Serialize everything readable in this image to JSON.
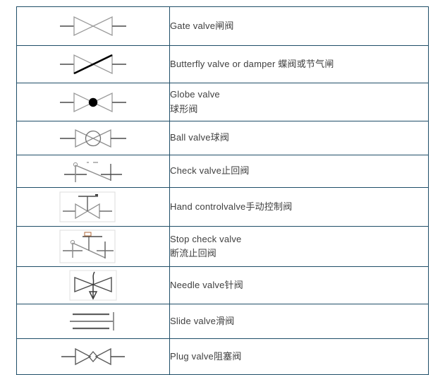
{
  "document": {
    "title": "Valve symbols reference table",
    "border_color": "#1F4E68",
    "text_color": "#404040",
    "symbol_stroke_color": "#808080",
    "symbol_dark_color": "#000000",
    "background": "#FFFFFF"
  },
  "table": {
    "column_count": 2,
    "row_count": 10,
    "rows": [
      {
        "symbol_name": "gate-valve-symbol",
        "lines": [
          "Gate valve闸阀"
        ]
      },
      {
        "symbol_name": "butterfly-valve-symbol",
        "lines": [
          "Butterfly valve or damper 蝶阀或节气闸"
        ]
      },
      {
        "symbol_name": "globe-valve-symbol",
        "lines": [
          "Globe valve",
          "球形阀"
        ]
      },
      {
        "symbol_name": "ball-valve-symbol",
        "lines": [
          "Ball valve球阀"
        ]
      },
      {
        "symbol_name": "check-valve-symbol",
        "lines": [
          "Check valve止回阀"
        ]
      },
      {
        "symbol_name": "hand-control-valve-symbol",
        "lines": [
          "Hand controlvalve手动控制阀"
        ]
      },
      {
        "symbol_name": "stop-check-valve-symbol",
        "lines": [
          "Stop check valve",
          "断流止回阀"
        ]
      },
      {
        "symbol_name": "needle-valve-symbol",
        "lines": [
          "Needle valve针阀"
        ]
      },
      {
        "symbol_name": "slide-valve-symbol",
        "lines": [
          "Slide valve滑阀"
        ]
      },
      {
        "symbol_name": "plug-valve-symbol",
        "lines": [
          "Plug valve阻塞阀"
        ]
      }
    ]
  }
}
